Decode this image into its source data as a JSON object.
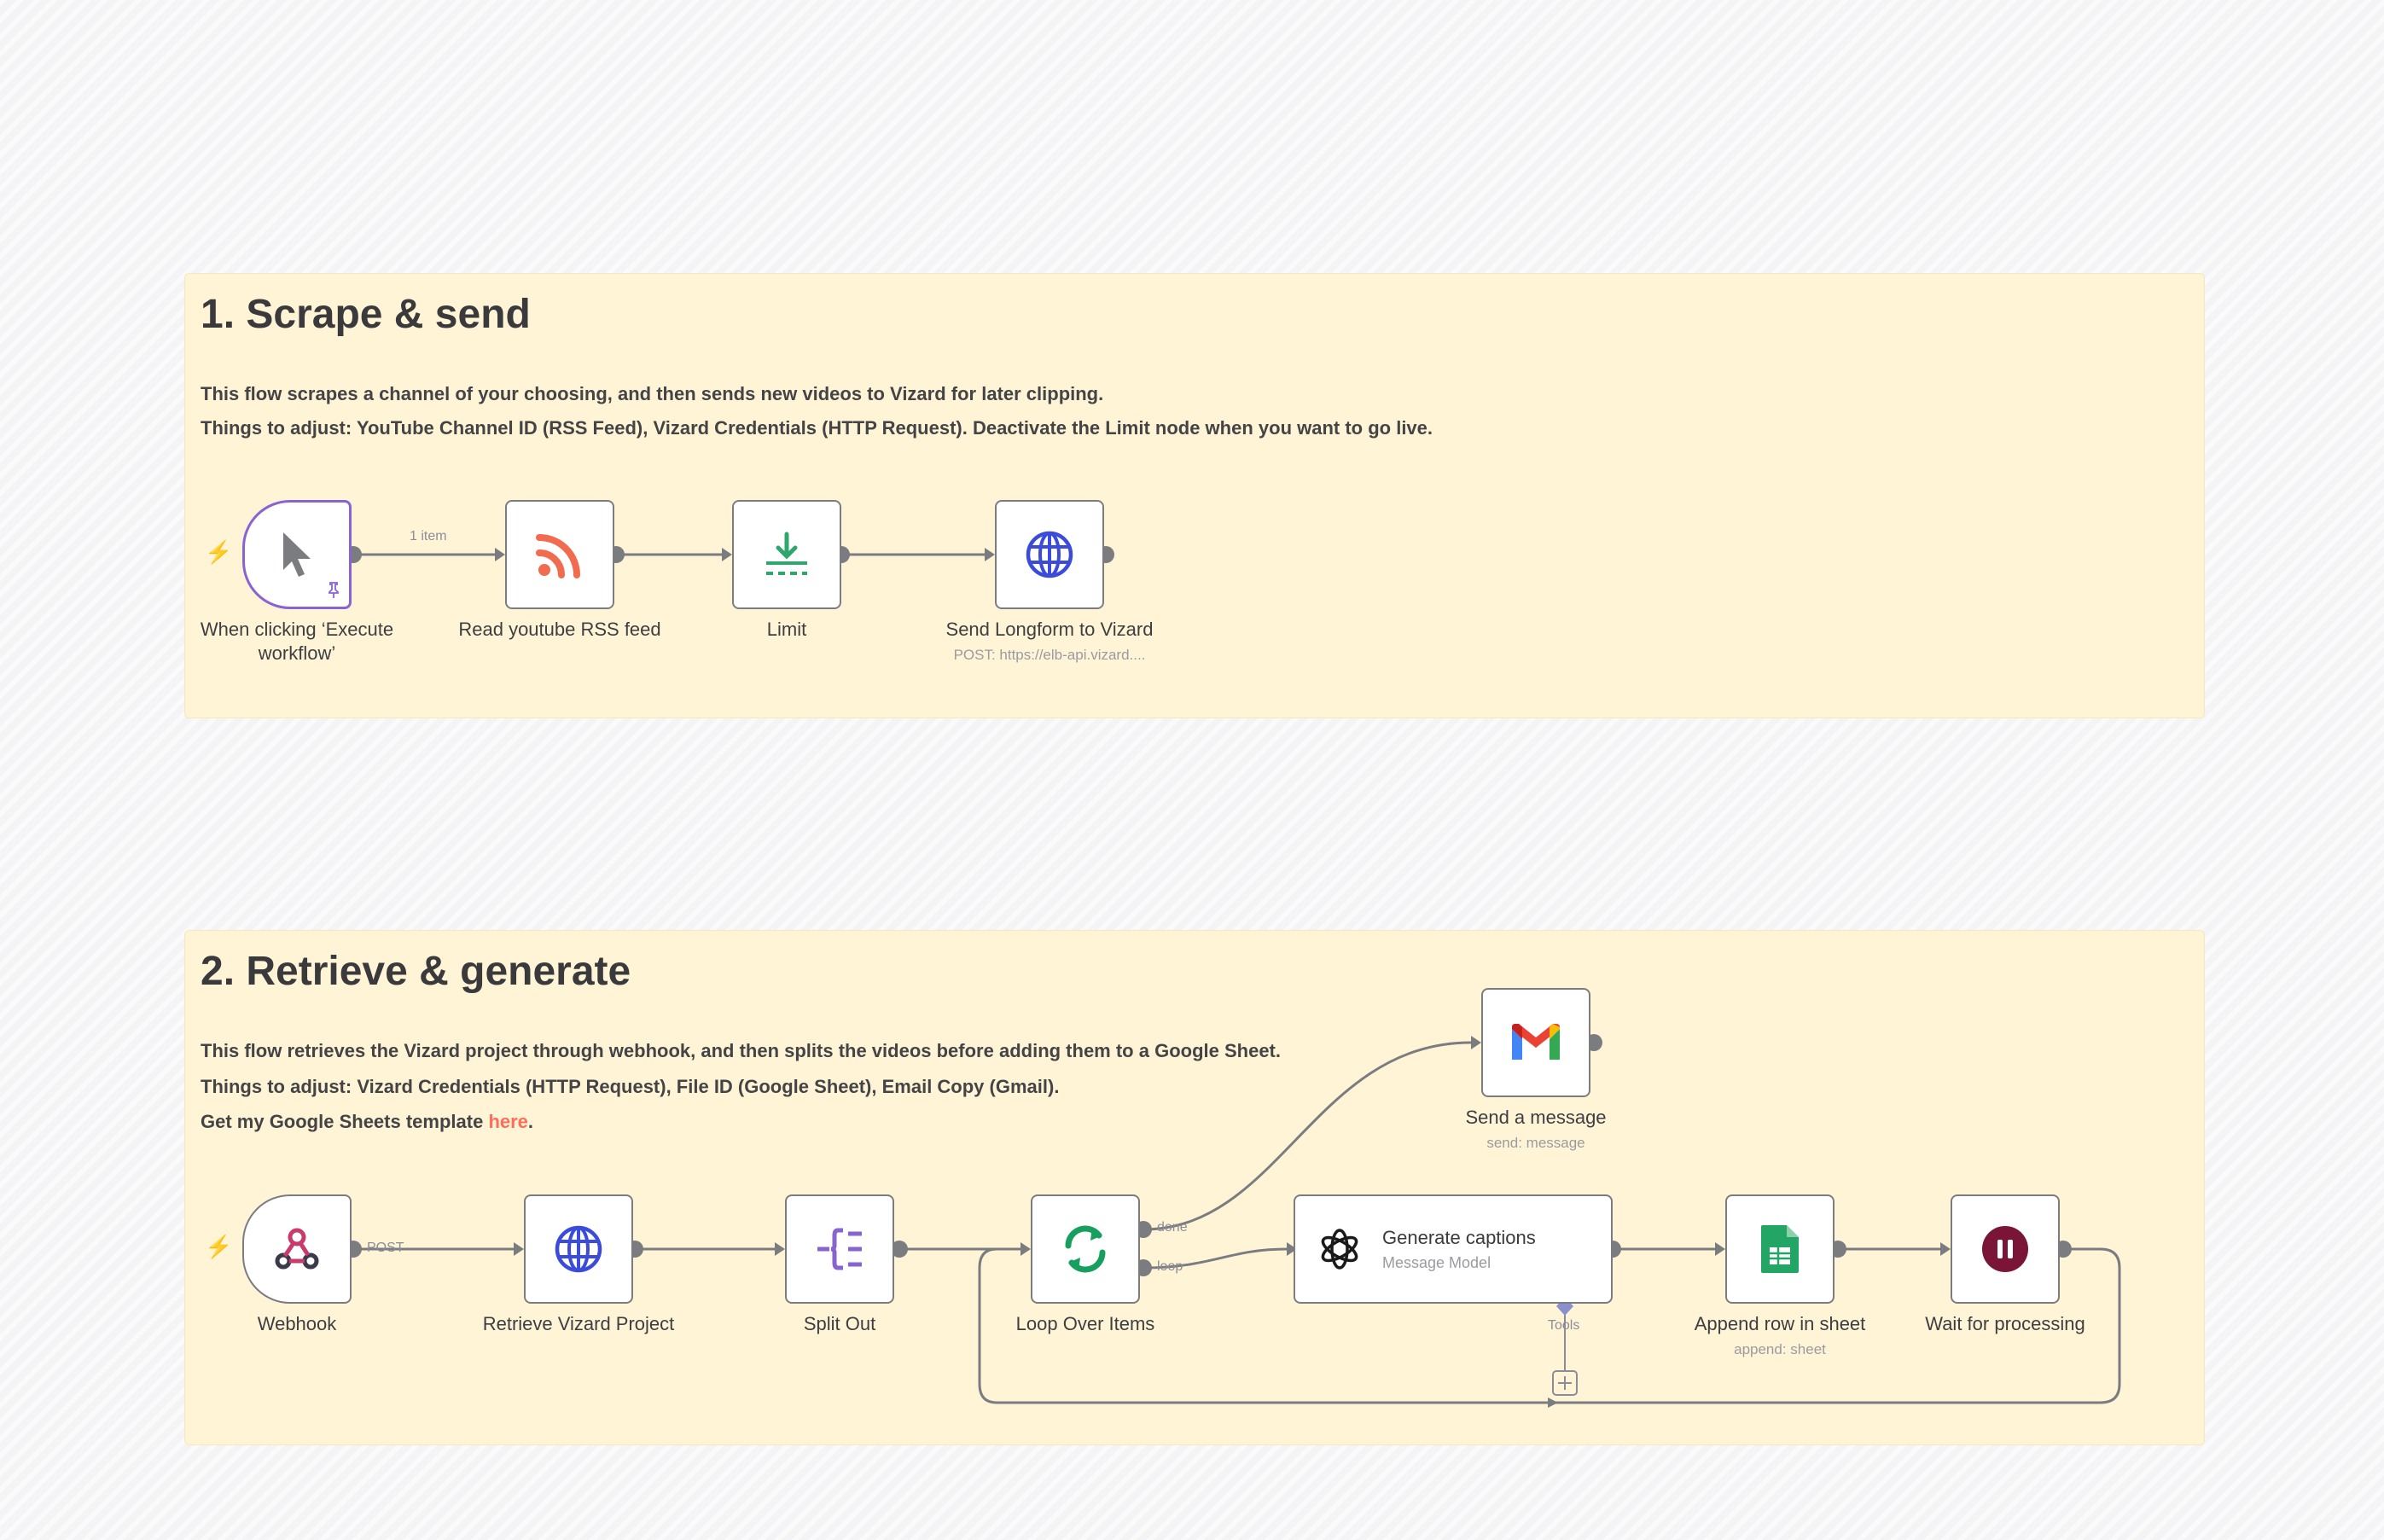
{
  "sticky_1": {
    "title": "1. Scrape & send",
    "lines": [
      "This flow scrapes a channel of your choosing, and then sends new videos to Vizard for later clipping.",
      "Things to adjust: YouTube Channel ID (RSS Feed), Vizard Credentials (HTTP Request). Deactivate the Limit node when you want to go live."
    ]
  },
  "sticky_2": {
    "title": "2. Retrieve & generate",
    "lines": [
      "This flow retrieves the Vizard project through webhook, and then splits the videos before adding them to a Google Sheet.",
      "Things to adjust: Vizard Credentials (HTTP Request), File ID (Google Sheet), Email Copy (Gmail)."
    ],
    "template_prefix": "Get my Google Sheets template ",
    "template_link": "here",
    "template_suffix": "."
  },
  "flow_1": {
    "nodes": [
      {
        "label_line1": "When clicking ‘Execute",
        "label_line2": "workflow’",
        "icon": "cursor-icon"
      },
      {
        "label": "Read youtube RSS feed",
        "icon": "rss-icon"
      },
      {
        "label": "Limit",
        "icon": "limit-icon"
      },
      {
        "label": "Send Longform to Vizard",
        "subtitle": "POST: https://elb-api.vizard....",
        "icon": "globe-icon"
      }
    ],
    "edge_label": "1 item"
  },
  "flow_2": {
    "nodes": [
      {
        "label": "Webhook",
        "icon": "webhook-icon"
      },
      {
        "label": "Retrieve Vizard Project",
        "icon": "globe-icon"
      },
      {
        "label": "Split Out",
        "icon": "split-out-icon"
      },
      {
        "label": "Loop Over Items",
        "icon": "loop-icon"
      },
      {
        "title": "Generate captions",
        "subtitle": "Message Model",
        "icon": "openai-icon"
      },
      {
        "label": "Append row in sheet",
        "subtitle": "append: sheet",
        "icon": "google-sheets-icon"
      },
      {
        "label": "Wait for processing",
        "icon": "pause-icon"
      },
      {
        "label": "Send a message",
        "subtitle": "send: message",
        "icon": "gmail-icon"
      }
    ],
    "edge_labels": {
      "post": "POST",
      "done": "done",
      "loop": "loop",
      "tools": "Tools"
    }
  },
  "colors": {
    "accent": "#ff6d5a",
    "sticky_bg": "#fff5d6",
    "selected": "#8a63d2",
    "connector": "#7b7c80"
  }
}
